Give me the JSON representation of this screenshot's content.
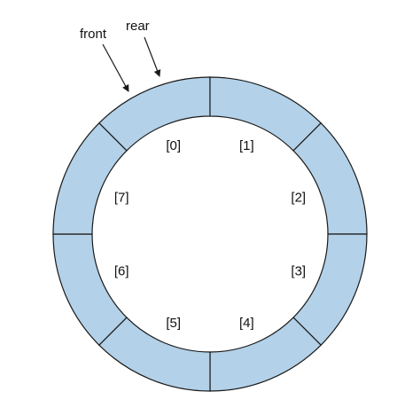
{
  "diagram": {
    "slots": [
      {
        "index": 0,
        "label": "[0]"
      },
      {
        "index": 1,
        "label": "[1]"
      },
      {
        "index": 2,
        "label": "[2]"
      },
      {
        "index": 3,
        "label": "[3]"
      },
      {
        "index": 4,
        "label": "[4]"
      },
      {
        "index": 5,
        "label": "[5]"
      },
      {
        "index": 6,
        "label": "[6]"
      },
      {
        "index": 7,
        "label": "[7]"
      }
    ],
    "pointers": {
      "front": {
        "label": "front",
        "slot": 0
      },
      "rear": {
        "label": "rear",
        "slot": 0
      }
    },
    "colors": {
      "slot_fill": "#b3d1e8",
      "outline": "#1a1a1a"
    }
  }
}
